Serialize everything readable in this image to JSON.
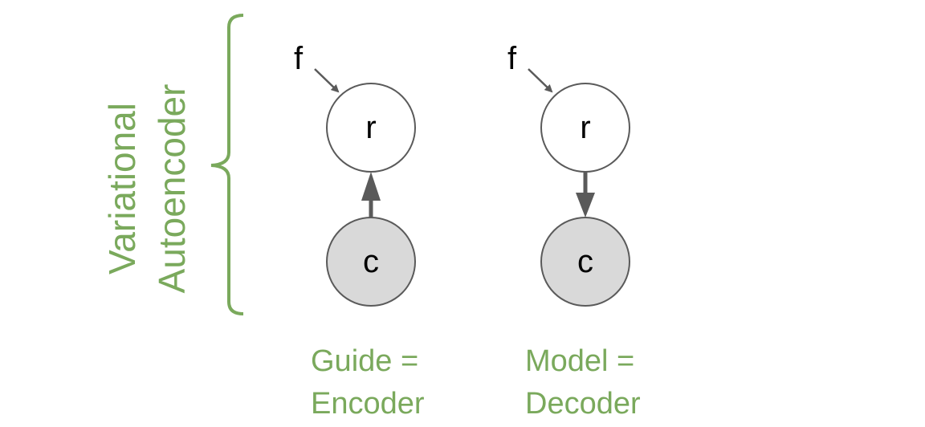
{
  "colors": {
    "accent_green": "#7aa95c",
    "node_stroke": "#5a5a5a",
    "node_fill_latent": "#ffffff",
    "node_fill_observed": "#d9d9d9",
    "arrow": "#5a5a5a",
    "text": "#000000"
  },
  "bracket": {
    "line1": "Variational",
    "line2": "Autoencoder"
  },
  "panels": [
    {
      "input_label": "f",
      "latent_label": "r",
      "observed_label": "c",
      "edge_direction": "c-to-r",
      "caption_line1": "Guide =",
      "caption_line2": "Encoder"
    },
    {
      "input_label": "f",
      "latent_label": "r",
      "observed_label": "c",
      "edge_direction": "r-to-c",
      "caption_line1": "Model =",
      "caption_line2": "Decoder"
    }
  ]
}
